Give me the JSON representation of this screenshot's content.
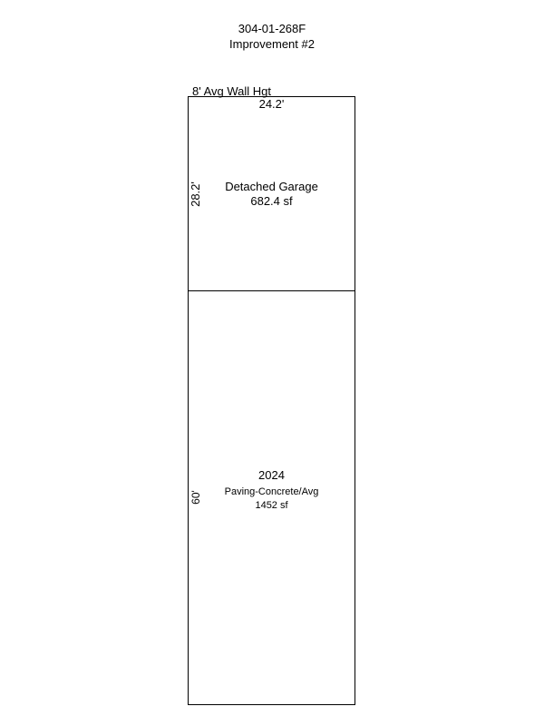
{
  "header": {
    "parcel_id": "304-01-268F",
    "improvement": "Improvement #2"
  },
  "garage": {
    "wall_height": "8' Avg Wall Hgt",
    "width_label": "24.2'",
    "depth_label": "28.2'",
    "name": "Detached Garage",
    "area": "682.4 sf"
  },
  "paving": {
    "year": "2024",
    "name": "Paving-Concrete/Avg",
    "area": "1452 sf",
    "depth_label": "60'"
  }
}
